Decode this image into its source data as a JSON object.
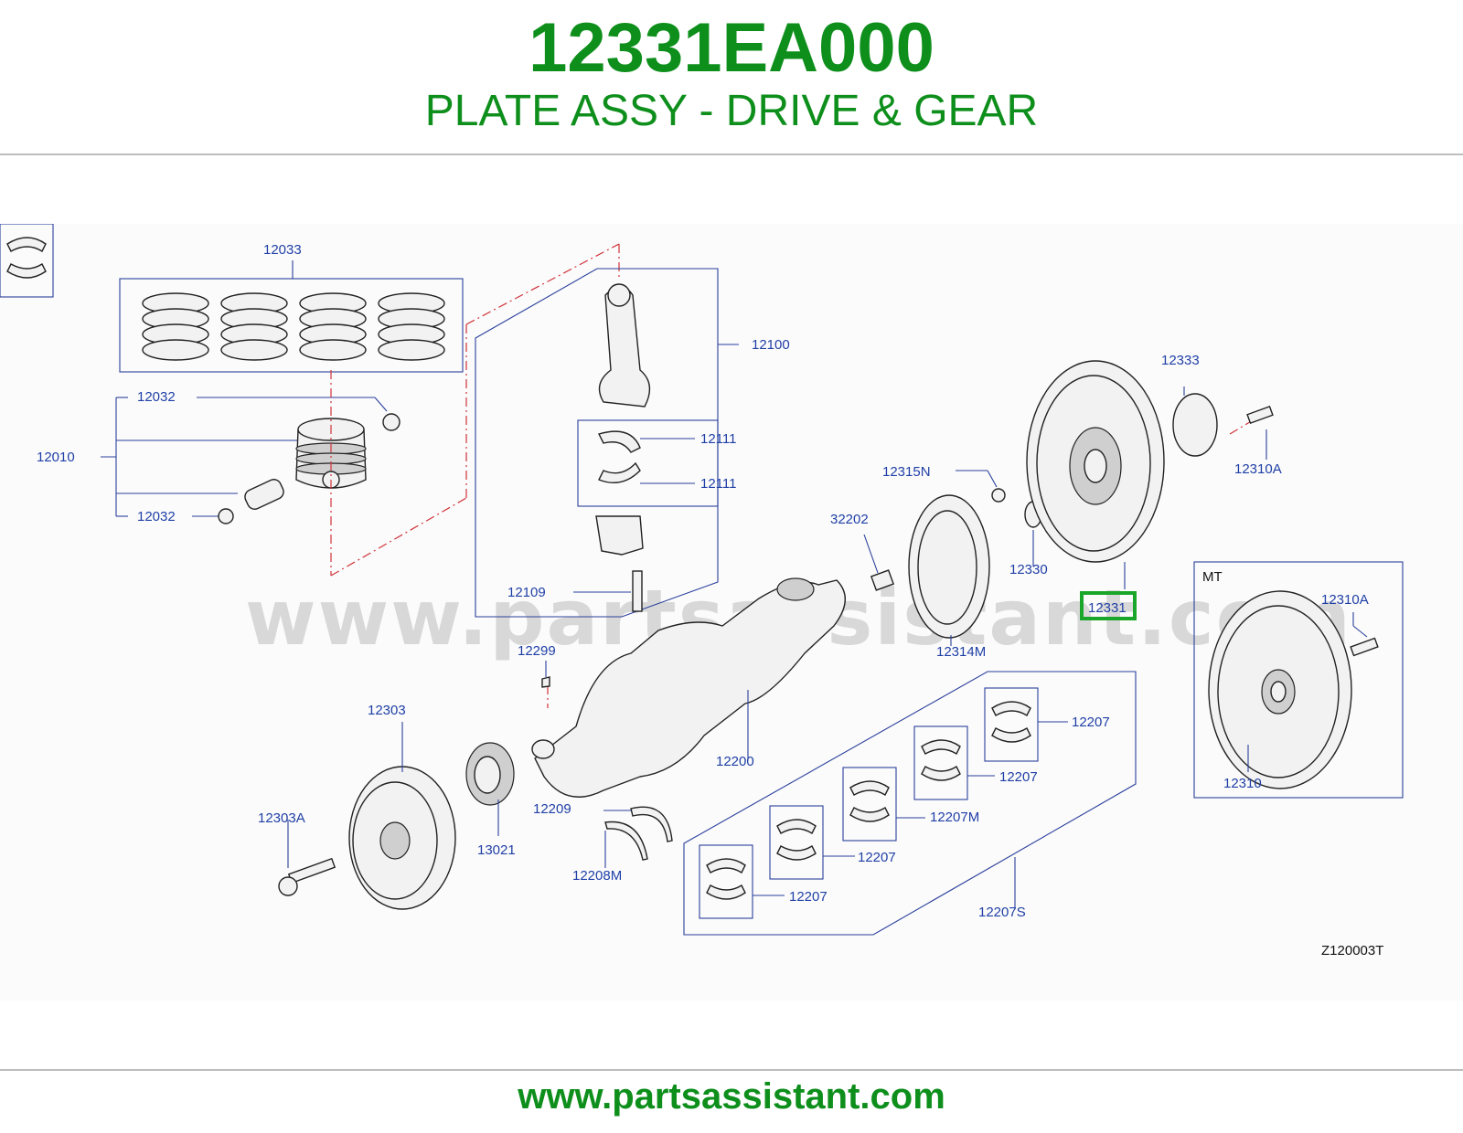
{
  "header": {
    "part_number": "12331EA000",
    "part_name": "PLATE ASSY - DRIVE & GEAR"
  },
  "footer": {
    "url": "www.partsassistant.com"
  },
  "diagram": {
    "watermark": "www.partsassistant.com",
    "diagram_code": "Z120003T",
    "mt_group_label": "MT",
    "highlighted_part": "12331",
    "highlight_color": "#1aa62a",
    "label_color": "#1f3fa6",
    "callouts": [
      "12033",
      "12032",
      "12010",
      "12032",
      "12100",
      "12111",
      "12111",
      "12109",
      "12299",
      "12303",
      "12303A",
      "13021",
      "12209",
      "12208M",
      "12200",
      "32202",
      "12315N",
      "12314M",
      "12330",
      "12333",
      "12310A",
      "12331",
      "12310A",
      "12310",
      "12207",
      "12207",
      "12207M",
      "12207",
      "12207",
      "12207S"
    ]
  }
}
